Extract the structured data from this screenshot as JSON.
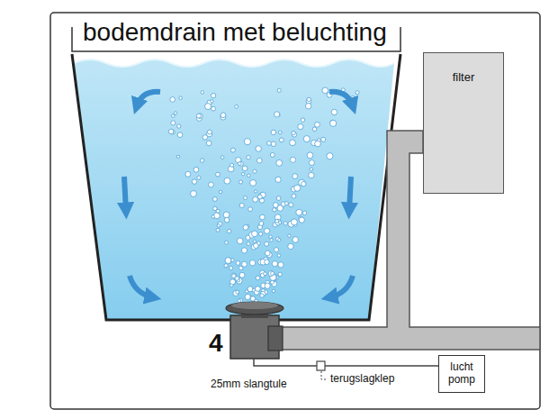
{
  "diagram": {
    "title": "bodemdrain met beluchting",
    "nodes": [
      {
        "text": [
          "filter"
        ]
      },
      {
        "text": [
          "lucht pomp"
        ]
      }
    ],
    "labels": [
      "4",
      "25mm slangtule",
      "terugslagklep"
    ]
  }
}
